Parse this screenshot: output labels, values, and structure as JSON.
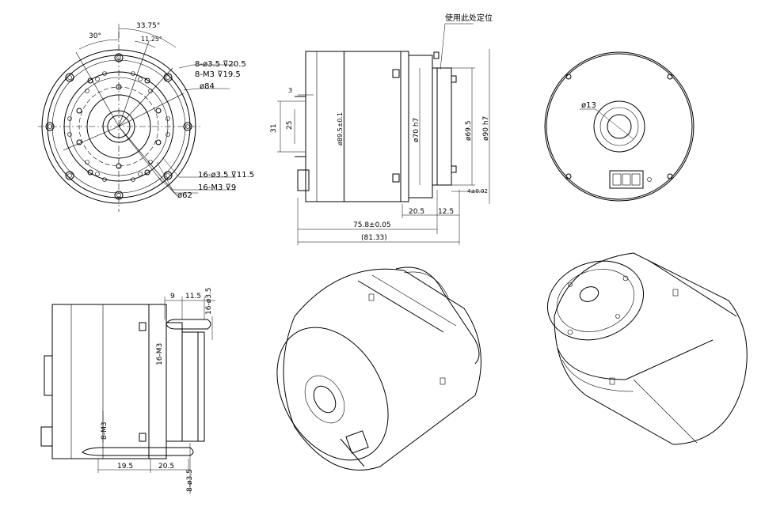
{
  "note_cn": "使用此处定位",
  "front_view": {
    "angle_30": "30°",
    "angle_3375": "33.75°",
    "angle_1125": "11.25°",
    "hole_8_35": "8-ø3.5 ⊽20.5",
    "hole_8_m3": "8-M3 ⊽19.5",
    "dia_84": "ø84",
    "hole_16_35": "16-ø3.5 ⊽11.5",
    "hole_16_m3": "16-M3 ⊽9",
    "dia_62": "ø62"
  },
  "side_view": {
    "dim_3": "3",
    "dim_31": "31",
    "dim_25": "25",
    "dia_895": "ø89.5±0.1",
    "dia_70": "ø70 h7",
    "dia_695": "ø69.5",
    "dia_90": "ø90 h7",
    "dim_4": "4±0.02",
    "dim_205": "20.5",
    "dim_125": "12.5",
    "dim_758": "75.8±0.05",
    "dim_8133": "(81.33)"
  },
  "rear_view": {
    "dia_13": "ø13"
  },
  "section_view": {
    "dim_9": "9",
    "dim_115": "11.5",
    "hole_16_35": "16-ø3.5",
    "hole_16_m3": "16-M3",
    "hole_8_m3": "8-M3",
    "dim_195": "19.5",
    "dim_205": "20.5",
    "hole_8_35": "8-ø3.5"
  }
}
